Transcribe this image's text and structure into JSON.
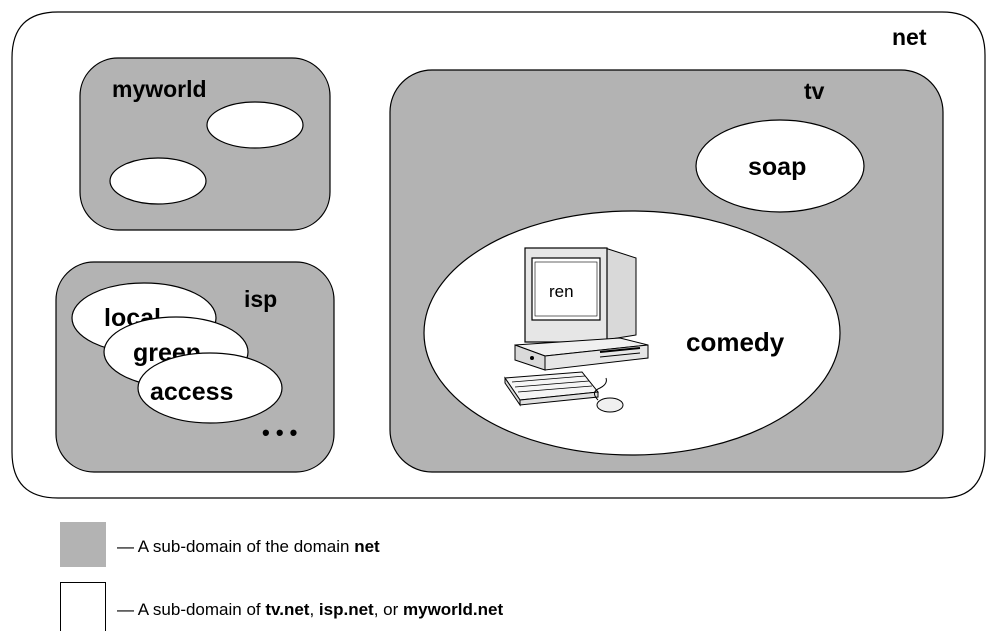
{
  "domains": {
    "net": "net",
    "myworld": "myworld",
    "isp": "isp",
    "tv": "tv",
    "soap": "soap",
    "comedy": "comedy",
    "local": "local",
    "green": "green",
    "access": "access",
    "ellipsis": "• • •",
    "host": "ren"
  },
  "colors": {
    "subdomain_fill": "#b3b3b3",
    "subsubdomain_fill": "#ffffff",
    "outline": "#000000"
  },
  "legend": {
    "gray": {
      "dash": "— A sub-domain of the domain ",
      "bold": "net"
    },
    "white": {
      "dash": "— A sub-domain of ",
      "b1": "tv.net",
      "sep1": ", ",
      "b2": "isp.net",
      "sep2": ", or ",
      "b3": "myworld.net"
    }
  }
}
